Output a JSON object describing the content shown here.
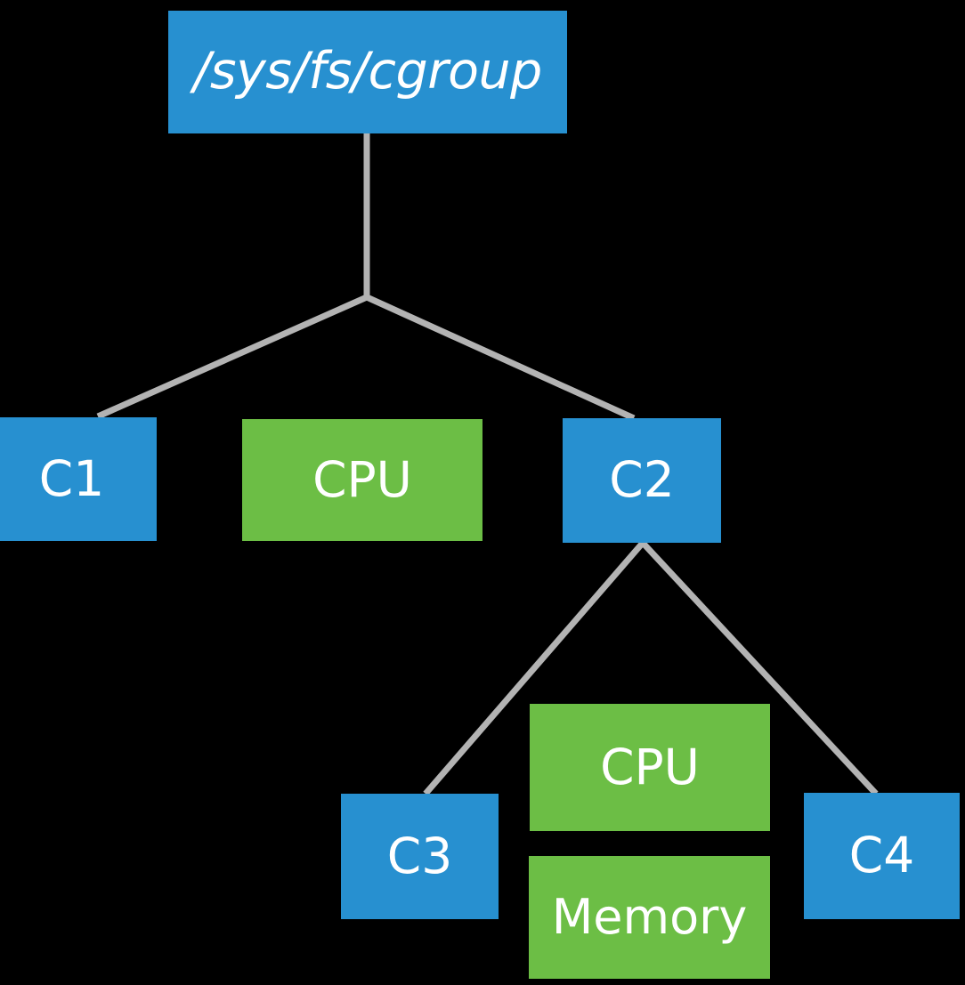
{
  "diagram": {
    "title": "cgroup hierarchy tree",
    "background_color": "#000000",
    "colors": {
      "cgroup_node": "#2790d0",
      "resource_node": "#6cbe45",
      "edge": "#b3b3b3",
      "label_text": "#ffffff"
    },
    "nodes": {
      "root": {
        "label": "/sys/fs/cgroup",
        "kind": "cgroup",
        "style": "italic"
      },
      "c1": {
        "label": "C1",
        "kind": "cgroup",
        "style": "normal"
      },
      "cpu_c1": {
        "label": "CPU",
        "kind": "resource",
        "style": "normal"
      },
      "c2": {
        "label": "C2",
        "kind": "cgroup",
        "style": "normal"
      },
      "c3": {
        "label": "C3",
        "kind": "cgroup",
        "style": "normal"
      },
      "cpu_c2": {
        "label": "CPU",
        "kind": "resource",
        "style": "normal"
      },
      "mem_c2": {
        "label": "Memory",
        "kind": "resource",
        "style": "normal"
      },
      "c4": {
        "label": "C4",
        "kind": "cgroup",
        "style": "normal"
      }
    },
    "edges": [
      {
        "from": "root",
        "to": "c1"
      },
      {
        "from": "root",
        "to": "c2"
      },
      {
        "from": "c2",
        "to": "c3"
      },
      {
        "from": "c2",
        "to": "c4"
      }
    ]
  }
}
